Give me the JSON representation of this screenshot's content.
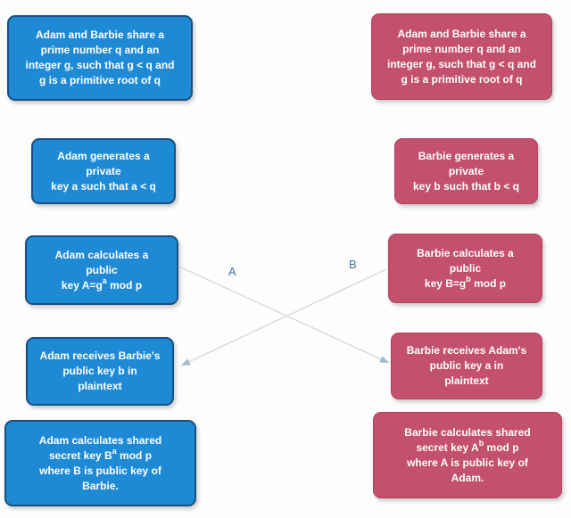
{
  "colors": {
    "background": "#fdfdfd",
    "adam_fill": "#1e8ad6",
    "adam_border": "#1a4f80",
    "barbie_fill": "#c3506d",
    "barbie_border": "#b2425f",
    "box_text": "#ffffff",
    "arrow_line": "#d9d9d9",
    "arrow_head": "#a5b8c9",
    "arrow_label": "#4a6d96"
  },
  "nodes": [
    {
      "id": "adam-shared-params",
      "actor": "adam",
      "lines": [
        "Adam and Barbie share a",
        "prime number q and an",
        "integer g, such that g < q and",
        "g is a primitive root of q"
      ]
    },
    {
      "id": "barbie-shared-params",
      "actor": "barbie",
      "lines": [
        "Adam and Barbie share a",
        "prime number q and an",
        "integer g, such that g < q and",
        "g is a primitive root of q"
      ]
    },
    {
      "id": "adam-private-key",
      "actor": "adam",
      "lines": [
        "Adam generates a",
        "private",
        "key a such that a < q"
      ]
    },
    {
      "id": "barbie-private-key",
      "actor": "barbie",
      "lines": [
        "Barbie generates a",
        "private",
        "key b such that b < q"
      ]
    },
    {
      "id": "adam-public-key",
      "actor": "adam",
      "lines": [
        "Adam calculates a",
        "public",
        "key A=g^a mod p"
      ]
    },
    {
      "id": "barbie-public-key",
      "actor": "barbie",
      "lines": [
        "Barbie calculates a",
        "public",
        "key B=g^b mod p"
      ]
    },
    {
      "id": "adam-receives-key",
      "actor": "adam",
      "lines": [
        "Adam receives Barbie's",
        "public key b in",
        "plaintext"
      ]
    },
    {
      "id": "barbie-receives-key",
      "actor": "barbie",
      "lines": [
        "Barbie receives Adam's",
        "public key a in",
        "plaintext"
      ]
    },
    {
      "id": "adam-shared-secret",
      "actor": "adam",
      "lines": [
        "Adam calculates shared",
        "secret key B^a mod p",
        "where B is public key of",
        "Barbie."
      ]
    },
    {
      "id": "barbie-shared-secret",
      "actor": "barbie",
      "lines": [
        "Barbie calculates shared",
        "secret key A^b mod p",
        "where A is public key of",
        "Adam."
      ]
    }
  ],
  "arrows": [
    {
      "label": "A",
      "from": "adam-public-key",
      "to": "barbie-receives-key"
    },
    {
      "label": "B",
      "from": "barbie-public-key",
      "to": "adam-receives-key"
    }
  ]
}
